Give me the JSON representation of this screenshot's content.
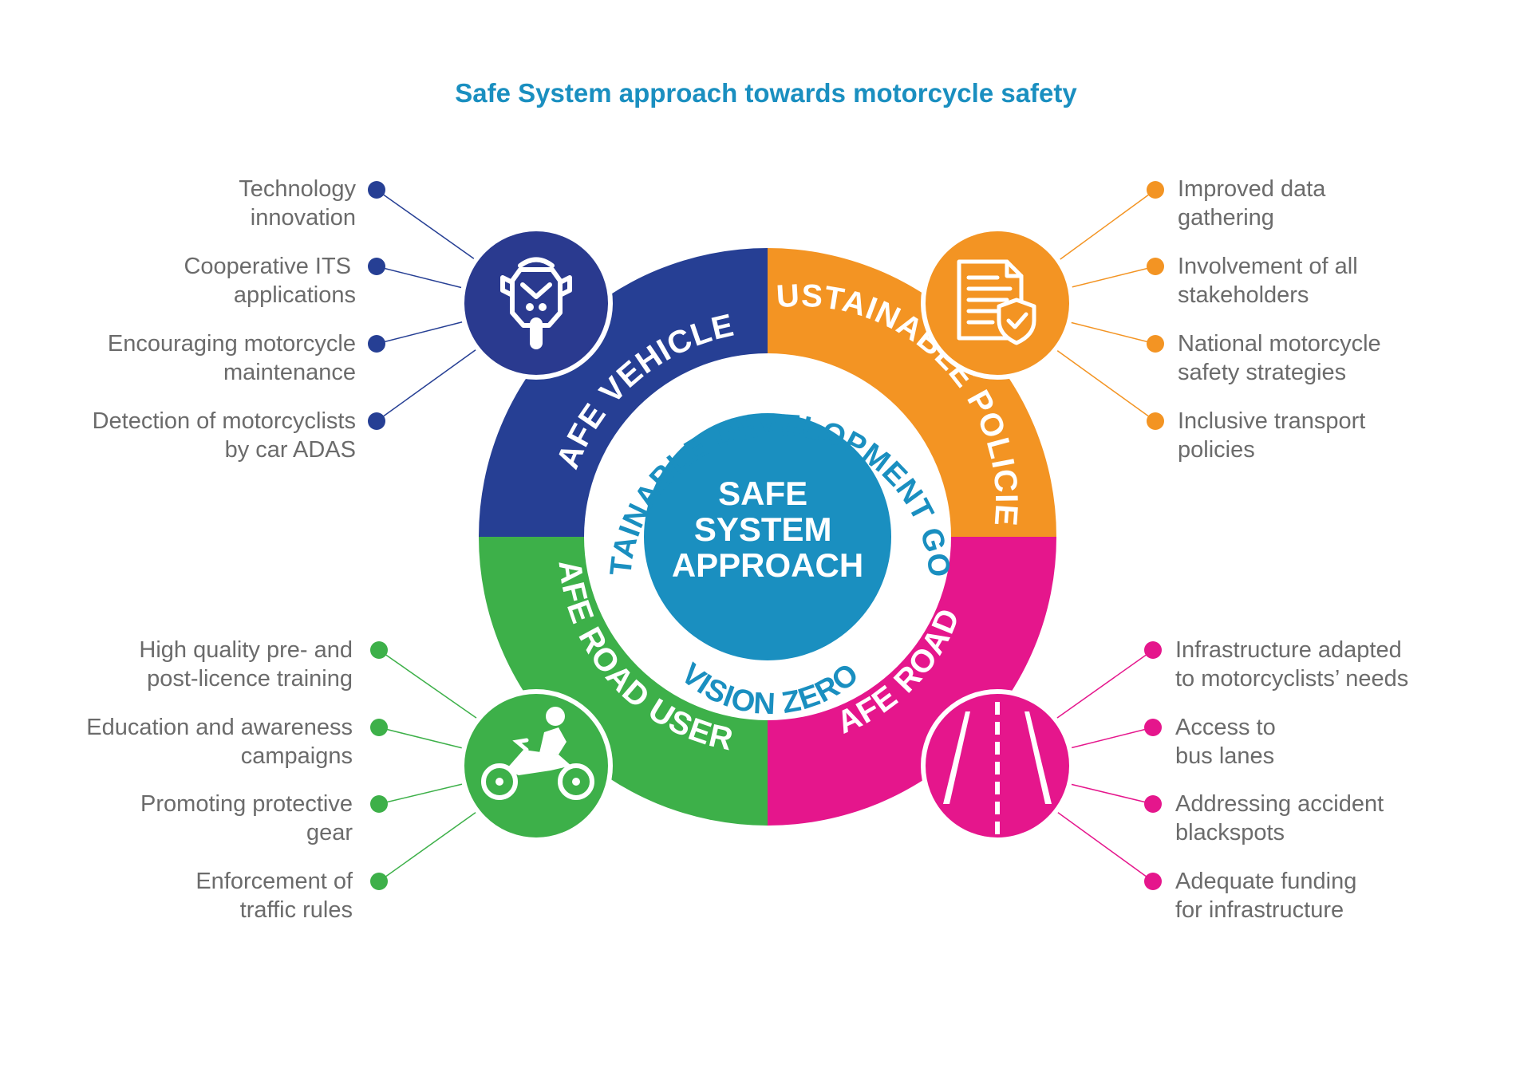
{
  "title": "Safe System approach towards motorcycle safety",
  "center": {
    "lines": [
      "SAFE",
      "SYSTEM",
      "APPROACH"
    ]
  },
  "inner_ring": {
    "top": "SUSTAINABLE DEVELOPMENT GOALS",
    "bottom": "VISION ZERO"
  },
  "colors": {
    "vehicles": "#263f94",
    "policies": "#f39423",
    "road_users": "#3db049",
    "roads": "#e5168c",
    "center": "#1a8fc0",
    "text": "#6b6b6b"
  },
  "quadrants": {
    "vehicles": {
      "label": "SAFE VEHICLES",
      "icon": "motorcycle-front-icon",
      "items": [
        [
          "Technology",
          "innovation"
        ],
        [
          "Cooperative ITS",
          "applications"
        ],
        [
          "Encouraging motorcycle",
          "maintenance"
        ],
        [
          "Detection of motorcyclists",
          "by car ADAS"
        ]
      ]
    },
    "policies": {
      "label": "SUSTAINABLE POLICIES",
      "icon": "policy-document-icon",
      "items": [
        [
          "Improved data",
          "gathering"
        ],
        [
          "Involvement of all",
          "stakeholders"
        ],
        [
          "National motorcycle",
          "safety strategies"
        ],
        [
          "Inclusive transport",
          "policies"
        ]
      ]
    },
    "road_users": {
      "label": "SAFE ROAD USERS",
      "icon": "motorcyclist-icon",
      "items": [
        [
          "High quality pre- and",
          "post-licence training"
        ],
        [
          "Education and awareness",
          "campaigns"
        ],
        [
          "Promoting protective",
          "gear"
        ],
        [
          "Enforcement of",
          "traffic rules"
        ]
      ]
    },
    "roads": {
      "label": "SAFE ROADS",
      "icon": "road-lanes-icon",
      "items": [
        [
          "Infrastructure adapted",
          "to motorcyclists’ needs"
        ],
        [
          "Access to",
          "bus lanes"
        ],
        [
          "Addressing accident",
          "blackspots"
        ],
        [
          "Adequate funding",
          "for infrastructure"
        ]
      ]
    }
  }
}
